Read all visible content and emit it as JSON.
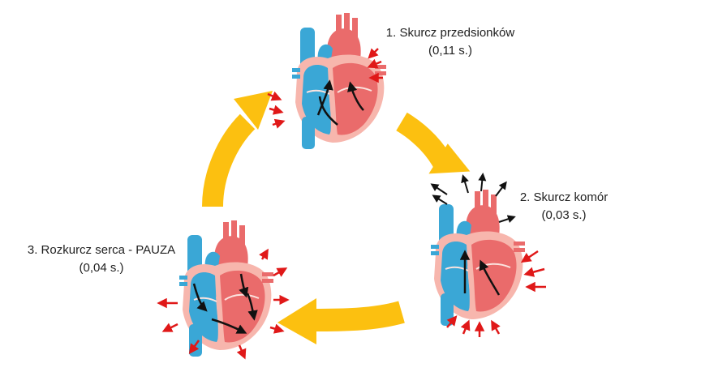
{
  "phases": [
    {
      "number": "1.",
      "name": "Skurcz przedsionków",
      "duration": "(0,11 s.)"
    },
    {
      "number": "2.",
      "name": "Skurcz komór",
      "duration": "(0,03 s.)"
    },
    {
      "number": "3.",
      "name": "Rozkurcz serca - PAUZA",
      "duration": "(0,04 s.)"
    }
  ],
  "colors": {
    "cycle_arrow": "#fcc010",
    "contraction_arrow": "#e01818",
    "blood_flow_arrow": "#111111",
    "oxygenated": "#ea6b6b",
    "deoxygenated": "#3aa7d6",
    "heart_wall": "#f7b6ad",
    "background": "#ffffff"
  }
}
